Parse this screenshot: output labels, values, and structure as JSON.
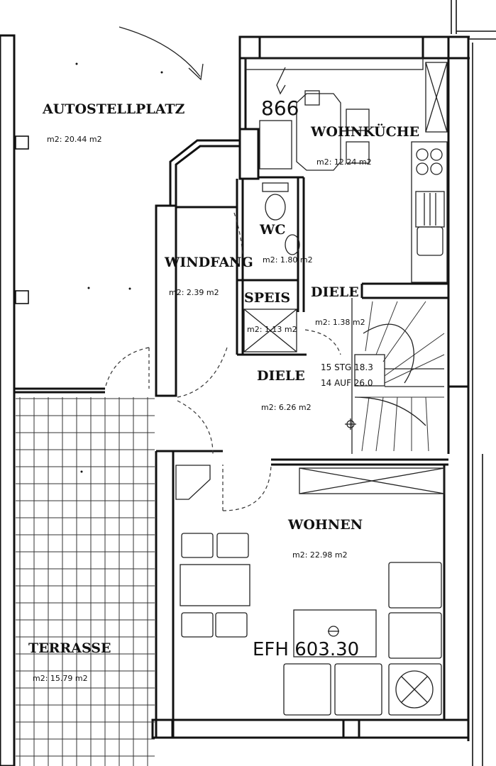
{
  "top_mark": "866",
  "rooms": {
    "autostellplatz": {
      "name": "AUTOSTELLPLATZ",
      "area": "m2: 20.44 m2"
    },
    "wohnkueche": {
      "name": "WOHNKÜCHE",
      "area": "m2: 12.24 m2"
    },
    "wc": {
      "name": "WC",
      "area": "m2: 1.80 m2"
    },
    "windfang": {
      "name": "WINDFANG",
      "area": "m2: 2.39 m2"
    },
    "speis": {
      "name": "SPEIS",
      "area": "m2: 1.13 m2"
    },
    "diele_upper": {
      "name": "DIELE",
      "area": "m2: 1.38 m2"
    },
    "diele": {
      "name": "DIELE",
      "area": "m2: 6.26 m2"
    },
    "wohnen": {
      "name": "WOHNEN",
      "area": "m2: 22.98 m2"
    },
    "terrasse": {
      "name": "TERRASSE",
      "area": "m2: 15.79 m2"
    }
  },
  "stairs": {
    "line1": "15 STG 18.3",
    "line2": "14 AUF 26.0"
  },
  "floor_level": "EFH 603.30"
}
